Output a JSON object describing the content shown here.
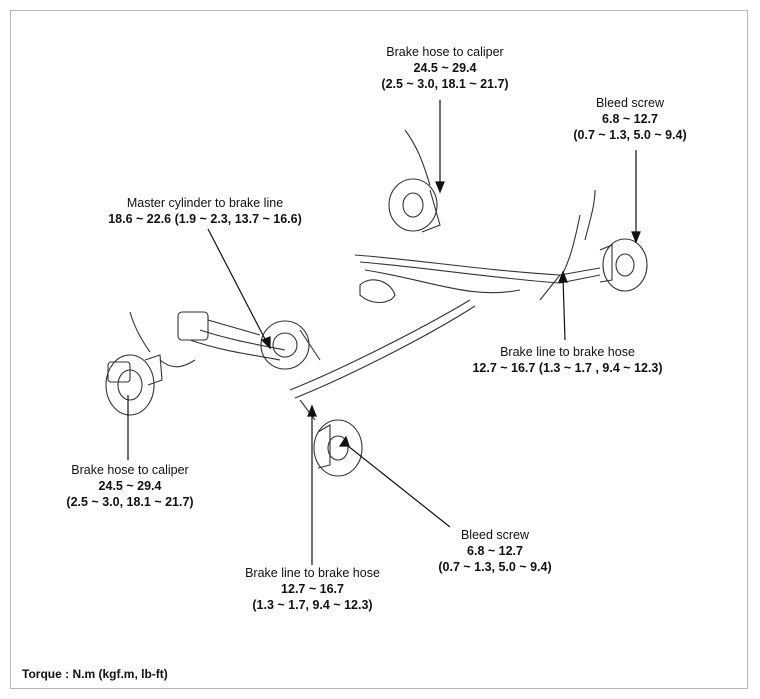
{
  "callouts": {
    "front_hose_caliper": {
      "line1": "Brake hose to caliper",
      "line2": "24.5 ~ 29.4",
      "line3": "(2.5 ~ 3.0, 18.1 ~ 21.7)"
    },
    "rear_hose_caliper": {
      "line1": "Brake hose to caliper",
      "line2": "24.5 ~ 29.4",
      "line3": "(2.5 ~ 3.0, 18.1 ~ 21.7)"
    },
    "bleed_screw_rear": {
      "line1": "Bleed screw",
      "line2": "6.8 ~ 12.7",
      "line3": "(0.7 ~ 1.3, 5.0 ~ 9.4)"
    },
    "master_cylinder": {
      "line1": "Master cylinder to brake line",
      "line2": "18.6 ~ 22.6 (1.9 ~ 2.3, 13.7 ~ 16.6)"
    },
    "line_hose_rear": {
      "line1": "Brake line to brake hose",
      "line2": "12.7 ~ 16.7 (1.3 ~ 1.7 , 9.4 ~ 12.3)"
    },
    "bleed_screw_front": {
      "line1": "Bleed screw",
      "line2": "6.8 ~ 12.7",
      "line3": "(0.7 ~ 1.3, 5.0 ~ 9.4)"
    },
    "line_hose_front": {
      "line1": "Brake line to brake hose",
      "line2": "12.7 ~ 16.7",
      "line3": "(1.3 ~ 1.7, 9.4 ~ 12.3)"
    }
  },
  "legend": "Torque : N.m (kgf.m, lb-ft)"
}
